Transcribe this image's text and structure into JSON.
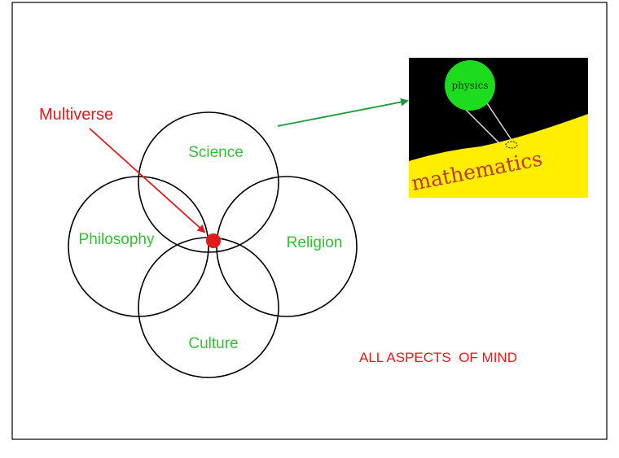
{
  "diagram": {
    "circle_labels": {
      "science": "Science",
      "philosophy": "Philosophy",
      "religion": "Religion",
      "culture": "Culture"
    },
    "multiverse_label": "Multiverse",
    "caption": "ALL ASPECTS  OF MIND",
    "inset": {
      "physics_label": "physics",
      "mathematics_label": "mathematics"
    }
  },
  "colors": {
    "circle_label": "#33c233",
    "annotation": "#e21a1a",
    "connector_arrow": "#1a9a3a",
    "inset_background": "#000000",
    "inset_ground": "#ffee00",
    "physics_bubble": "#1ddc1d",
    "inset_text": "#c0392b"
  }
}
